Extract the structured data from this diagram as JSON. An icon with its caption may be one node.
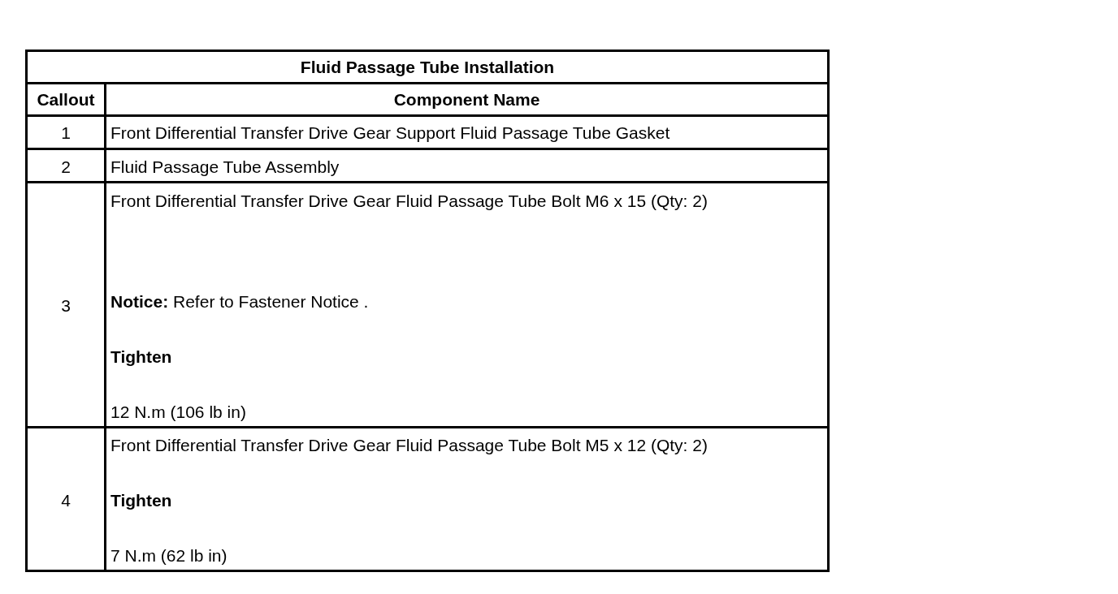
{
  "diagram": {
    "title": "Fluid Passage Tube Installation",
    "labels": [
      "Callout",
      "Component Name",
      "1",
      "Front Differential Transfer Drive Gear Support Fluid Passage Tube Gasket",
      "2",
      "Fluid Passage Tube Assembly",
      "3",
      "Front Differential Transfer Drive Gear Fluid Passage Tube Bolt M6 x 15 (Qty: 2)",
      "**Notice:** Refer to Fastener Notice .",
      "Tighten",
      "12 N.m (106 lb in)",
      "4",
      "Front Differential Transfer Drive Gear Fluid Passage Tube Bolt M5 x 12 (Qty: 2)",
      "Tighten",
      "7 N.m (62 lb in)"
    ]
  }
}
